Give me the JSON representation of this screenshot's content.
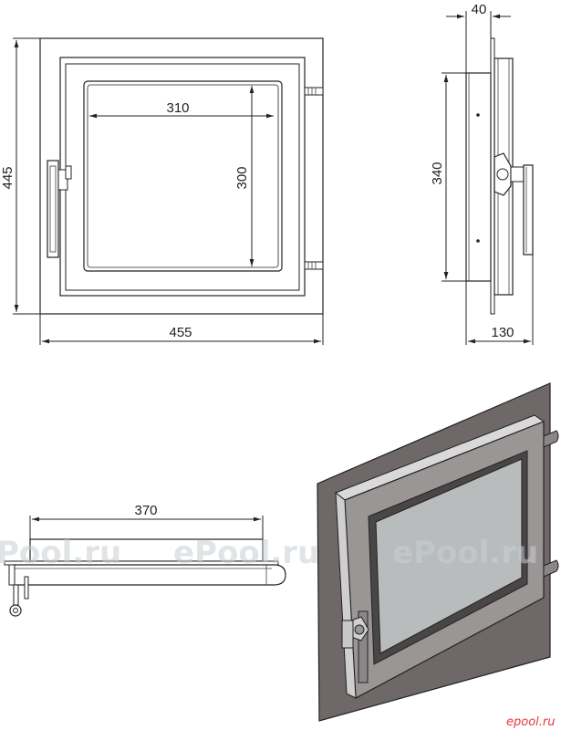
{
  "dimensions": {
    "front_width": "455",
    "front_height": "445",
    "glass_width": "310",
    "glass_height": "300",
    "side_top_width": "40",
    "side_height": "340",
    "side_depth": "130",
    "top_view_width": "370"
  },
  "watermark": {
    "left": "Pool.ru",
    "center": "ePool.ru",
    "right": "ePool.ru"
  },
  "logo": "epool.ru",
  "colors": {
    "line": "#222222",
    "panel": "#6e6868",
    "frame_light": "#d9d9d9",
    "glass": "#b9bcbc",
    "watermark": "#c9cdd1",
    "logo": "#e13c3c"
  }
}
